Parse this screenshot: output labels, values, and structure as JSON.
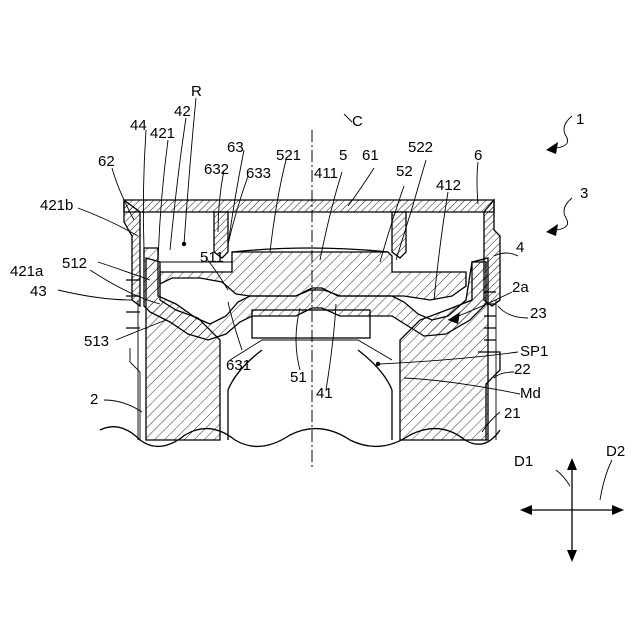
{
  "diagram": {
    "labels": {
      "l_1": "1",
      "l_R": "R",
      "l_C": "C",
      "l_3": "3",
      "l_4": "4",
      "l_6": "6",
      "l_5": "5",
      "l_61": "61",
      "l_62": "62",
      "l_63": "63",
      "l_632": "632",
      "l_633": "633",
      "l_521": "521",
      "l_522": "522",
      "l_52": "52",
      "l_42": "42",
      "l_421": "421",
      "l_44": "44",
      "l_411": "411",
      "l_412": "412",
      "l_421b": "421b",
      "l_421a": "421a",
      "l_512": "512",
      "l_511": "511",
      "l_43": "43",
      "l_513": "513",
      "l_631": "631",
      "l_51": "51",
      "l_41": "41",
      "l_2a": "2a",
      "l_23": "23",
      "l_SP1": "SP1",
      "l_22": "22",
      "l_Md": "Md",
      "l_21": "21",
      "l_2": "2",
      "l_D1": "D1",
      "l_D2": "D2"
    }
  }
}
